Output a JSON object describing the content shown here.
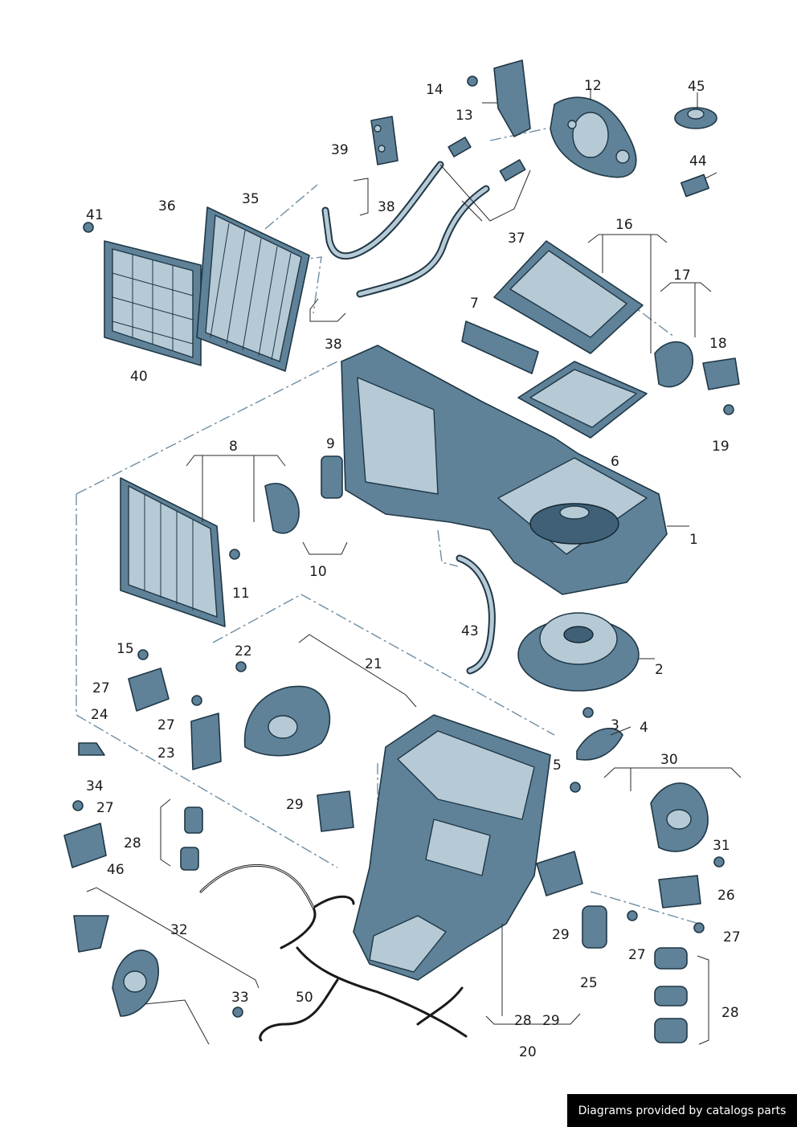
{
  "callouts": {
    "c1": "1",
    "c2": "2",
    "c3": "3",
    "c4": "4",
    "c5": "5",
    "c6": "6",
    "c7": "7",
    "c8": "8",
    "c9": "9",
    "c10": "10",
    "c11": "11",
    "c12": "12",
    "c13": "13",
    "c14": "14",
    "c15": "15",
    "c16": "16",
    "c17": "17",
    "c18": "18",
    "c19": "19",
    "c20": "20",
    "c21": "21",
    "c22": "22",
    "c23": "23",
    "c24": "24",
    "c25": "25",
    "c26": "26",
    "c27a": "27",
    "c27b": "27",
    "c27c": "27",
    "c27d": "27",
    "c27e": "27",
    "c28a": "28",
    "c28b": "28",
    "c28c": "28",
    "c29a": "29",
    "c29b": "29",
    "c29c": "29",
    "c30": "30",
    "c31": "31",
    "c32": "32",
    "c33": "33",
    "c34": "34",
    "c35": "35",
    "c36": "36",
    "c37": "37",
    "c38a": "38",
    "c38b": "38",
    "c39": "39",
    "c40": "40",
    "c41": "41",
    "c43": "43",
    "c44": "44",
    "c45": "45",
    "c46": "46",
    "c50": "50"
  },
  "footer": {
    "credit": "Diagrams provided by catalogs parts"
  },
  "colors": {
    "part": "#5f8298",
    "outline": "#1f3746",
    "highlight": "#b6cad6",
    "background": "#ffffff"
  }
}
